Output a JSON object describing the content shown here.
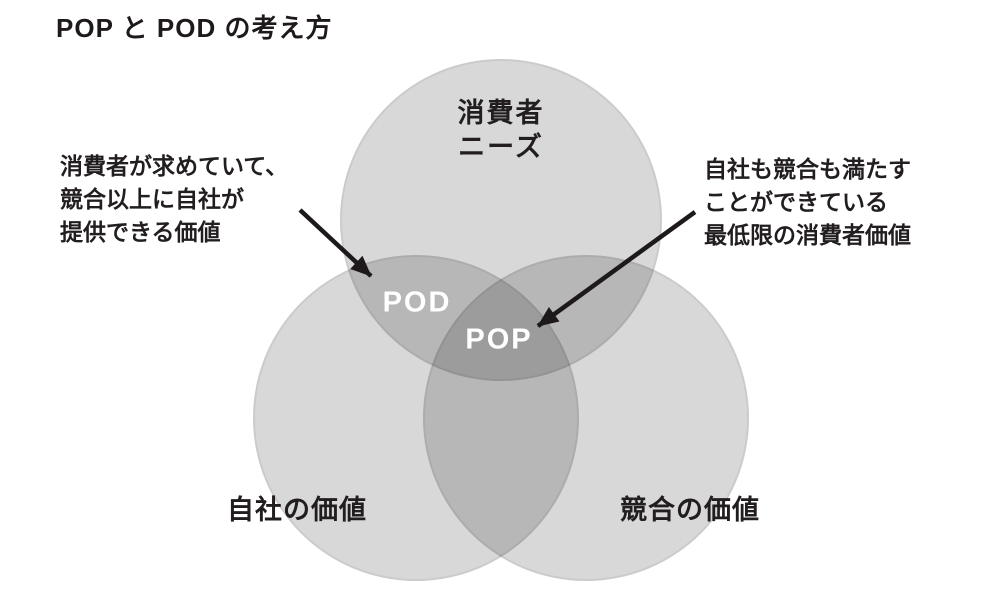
{
  "title": "POP と POD の考え方",
  "circles": {
    "consumer": {
      "line1": "消費者",
      "line2": "ニーズ"
    },
    "company": {
      "label": "自社の価値"
    },
    "competitor": {
      "label": "競合の価値"
    }
  },
  "regions": {
    "pod": "POD",
    "pop": "POP"
  },
  "annotations": {
    "pod": {
      "lines": [
        "消費者が求めていて、",
        "競合以上に自社が",
        "提供できる価値"
      ],
      "points_to": "POD"
    },
    "pop": {
      "lines": [
        "自社も競合も満たす",
        "ことができている",
        "最低限の消費者価値"
      ],
      "points_to": "POP"
    }
  },
  "colors": {
    "background": "#ffffff",
    "circle_single_fill": "#d8d8d8",
    "circle_double_overlap": "#b7b7b7",
    "circle_triple_overlap": "#9c9c9c",
    "text": "#221e1f",
    "region_label_text": "#ffffff",
    "arrow": "#1e1a1b"
  }
}
